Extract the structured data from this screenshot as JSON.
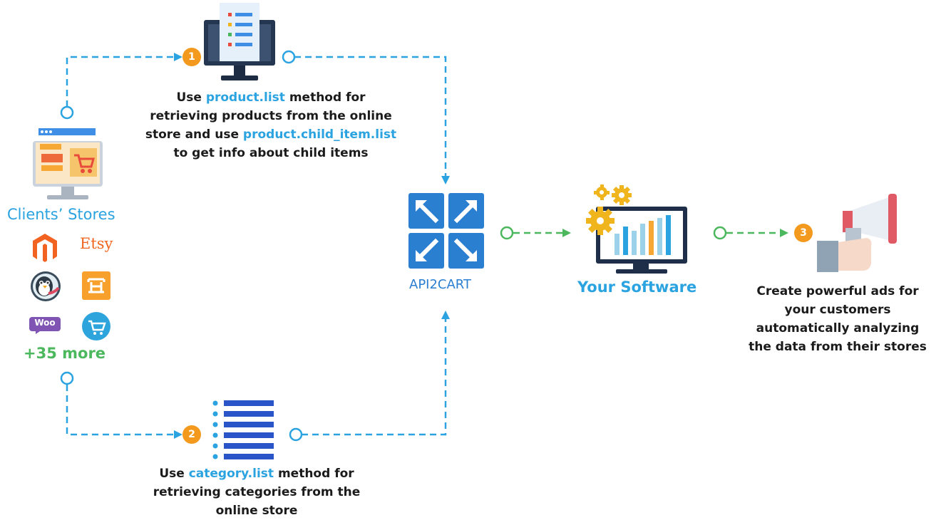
{
  "step1": {
    "number": "1",
    "line1_pre": "Use ",
    "line1_method": "product.list",
    "line1_post": " method for",
    "line2": "retrieving products from the online",
    "line3_pre": "store and use ",
    "line3_method": "product.child_item.list",
    "line4": "to get info about child items"
  },
  "step2": {
    "number": "2",
    "line1_pre": "Use ",
    "line1_method": "category.list",
    "line1_post": " method for",
    "line2": "retrieving categories from the",
    "line3": "online store"
  },
  "step3": {
    "number": "3",
    "line1": "Create powerful ads for",
    "line2": "your customers",
    "line3": "automatically analyzing",
    "line4": "the data from their stores"
  },
  "clients": {
    "title": "Clients’ Stores",
    "etsy": "Etsy",
    "woo": "Woo",
    "more": "+35 more"
  },
  "api": {
    "label": "API2CART"
  },
  "software": {
    "label": "Your Software"
  },
  "colors": {
    "flow_dashed": "#2aa3e0",
    "flow_green": "#4cb85d",
    "badge": "#f39a1e",
    "highlight": "#2aa3e0",
    "api_blue": "#2b7fd0"
  },
  "icons": [
    "monitor-list-icon",
    "store-monitor-icon",
    "magento-icon",
    "etsy-icon",
    "prestashop-icon",
    "opencart-box-icon",
    "woocommerce-icon",
    "shopify-cart-icon",
    "api2cart-logo-icon",
    "gears-icon",
    "software-chart-monitor-icon",
    "category-list-icon",
    "megaphone-hand-icon"
  ]
}
